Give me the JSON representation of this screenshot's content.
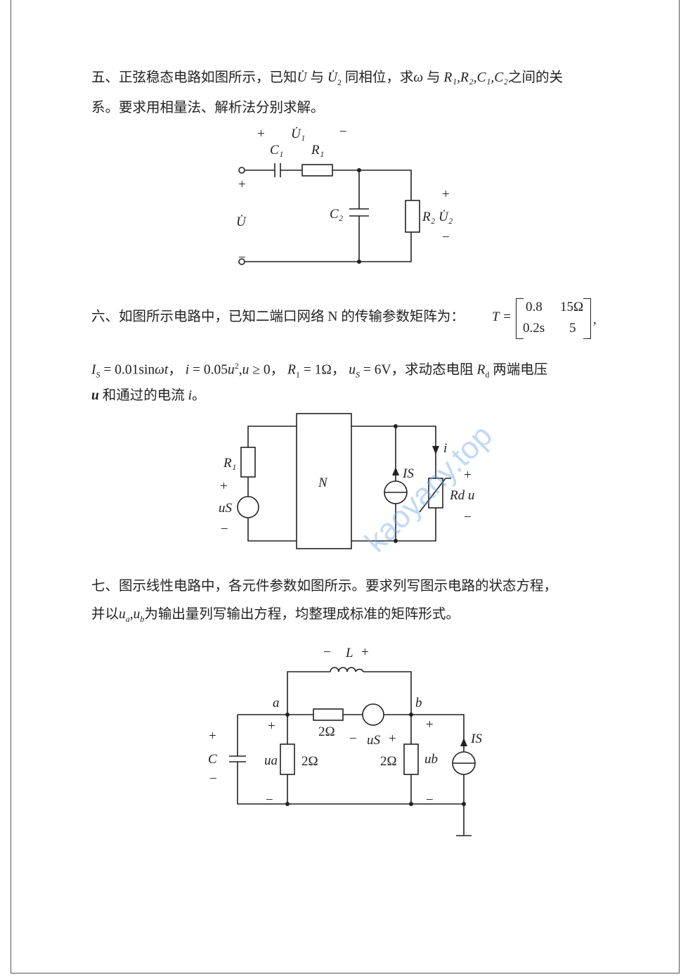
{
  "watermark": "kaoyany.top",
  "q5": {
    "line1a": "五、正弦稳态电路如图所示，已知",
    "U": "U̇",
    "w1": " 与 ",
    "U2": "U̇",
    "s2": "2",
    "line1b": " 同相位，求",
    "omega": "ω",
    "w2": " 与 ",
    "vars": "R₁,R₂,C₁,C₂",
    "line1c": "之间的关",
    "line2": "系。要求用相量法、解析法分别求解。",
    "labels": {
      "plus_top": "+",
      "U1": "U̇₁",
      "minus_top": "−",
      "C1": "C₁",
      "R1": "R₁",
      "plus_left": "+",
      "U": "U̇",
      "minus_left": "−",
      "C2": "C₂",
      "R2U2": "R₂ U̇₂",
      "plus_right": "+",
      "minus_right": "−"
    }
  },
  "q6": {
    "line1": "六、如图所示电路中，已知二端口网络 N 的传输参数矩阵为：",
    "T": "T =",
    "matrix": [
      [
        "0.8",
        "15Ω"
      ],
      [
        "0.2s",
        "5"
      ]
    ],
    "comma": ",",
    "line2": "I_S = 0.01sin ωt， i = 0.05u², u ≥ 0， R₁ = 1Ω， u_S = 6V，求动态电阻 Rd 两端电压",
    "line2_parts": {
      "a": "I",
      "as": "S",
      "b": " = 0.01sin",
      "c": "ωt",
      "d": "， ",
      "e": "i",
      "f": " = 0.05",
      "g": "u",
      "h": "2",
      "i": ",",
      "j": "u",
      "k": " ≥ 0， ",
      "l": "R",
      "ls": "1",
      "m": " = 1Ω， ",
      "n": "u",
      "ns": "S",
      "o": " = 6V，求动态电阻 ",
      "p": "R",
      "ps": "d",
      "q": " 两端电压"
    },
    "line3a": "u",
    "line3b": " 和通过的电流 ",
    "line3c": "i",
    "line3d": "。",
    "labels": {
      "R1": "R₁",
      "plus": "+",
      "uS": "uS",
      "minus": "−",
      "N": "N",
      "IS": "IS",
      "i": "i",
      "plus_r": "+",
      "Rdu": "Rd u",
      "minus_r": "−"
    }
  },
  "q7": {
    "line1": "七、图示线性电路中，各元件参数如图所示。要求列写图示电路的状态方程，",
    "line2a": "并以",
    "ua": "u",
    "uas": "a",
    "comma": ",",
    "ub": "u",
    "ubs": "b",
    "line2b": "为输出量列写输出方程，均整理成标准的矩阵形式。",
    "labels": {
      "Lminus": "−",
      "L": "L",
      "Lplus": "+",
      "a": "a",
      "b": "b",
      "plus_a": "+",
      "R_mid": "2Ω",
      "us_minus": "−",
      "uS": "uS",
      "us_plus": "+",
      "plus_b": "+",
      "IS": "IS",
      "plus_C": "+",
      "C": "C",
      "minus_C": "−",
      "ua": "ua",
      "R_a": "2Ω",
      "R_b": "2Ω",
      "ub": "ub",
      "minus_a": "−",
      "minus_b": "−"
    }
  }
}
